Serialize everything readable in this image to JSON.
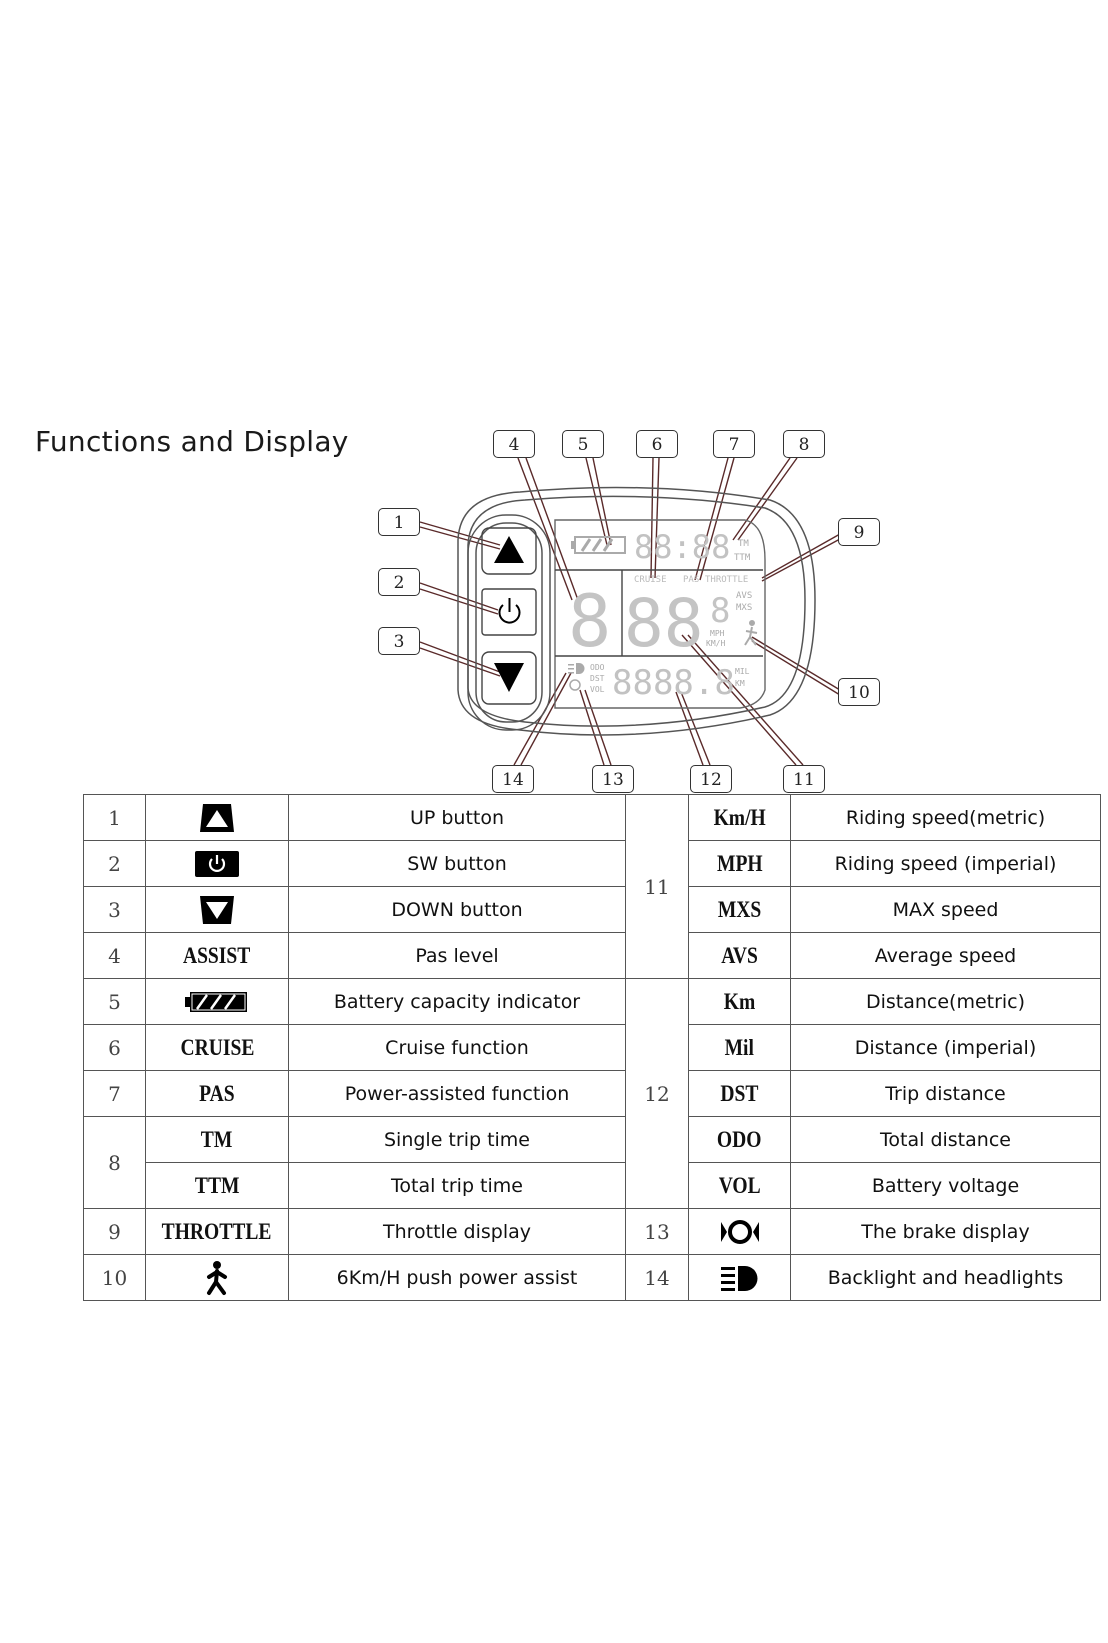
{
  "title": "Functions and Display",
  "display": {
    "top_digits": "88:88",
    "top_units": [
      "TM",
      "TTM"
    ],
    "mode_labels": [
      "CRUISE",
      "PAS",
      "THROTTLE"
    ],
    "assist_digit": "8",
    "speed_digits": "88",
    "small_digit": "8",
    "speed_labels": [
      "AVS",
      "MXS",
      "MPH",
      "KM/H"
    ],
    "bottom_labels": [
      "ODO",
      "DST",
      "VOL"
    ],
    "bottom_digits": "8888.8",
    "bottom_units": [
      "MIL",
      "KM"
    ]
  },
  "callouts": [
    "1",
    "2",
    "3",
    "4",
    "5",
    "6",
    "7",
    "8",
    "9",
    "10",
    "11",
    "12",
    "13",
    "14"
  ],
  "table": {
    "left": [
      {
        "num": "1",
        "icon": "up-button-icon",
        "desc": "UP button"
      },
      {
        "num": "2",
        "icon": "power-button-icon",
        "desc": "SW button"
      },
      {
        "num": "3",
        "icon": "down-button-icon",
        "desc": "DOWN button"
      },
      {
        "num": "4",
        "code": "ASSIST",
        "desc": "Pas level"
      },
      {
        "num": "5",
        "icon": "battery-icon",
        "desc": "Battery capacity indicator"
      },
      {
        "num": "6",
        "code": "CRUISE",
        "desc": "Cruise function"
      },
      {
        "num": "7",
        "code": "PAS",
        "desc": "Power-assisted function"
      },
      {
        "num": "8",
        "code": "TM",
        "desc": "Single trip time"
      },
      {
        "num": "8",
        "code": "TTM",
        "desc": "Total trip time"
      },
      {
        "num": "9",
        "code": "THROTTLE",
        "desc": "Throttle display"
      },
      {
        "num": "10",
        "icon": "walking-person-icon",
        "desc": "6Km/H push power assist"
      }
    ],
    "right": [
      {
        "num": "11",
        "code": "Km/H",
        "desc": "Riding speed(metric)"
      },
      {
        "num": "11",
        "code": "MPH",
        "desc": "Riding speed (imperial)"
      },
      {
        "num": "11",
        "code": "MXS",
        "desc": "MAX speed"
      },
      {
        "num": "11",
        "code": "AVS",
        "desc": "Average speed"
      },
      {
        "num": "12",
        "code": "Km",
        "desc": "Distance(metric)"
      },
      {
        "num": "12",
        "code": "Mil",
        "desc": "Distance (imperial)"
      },
      {
        "num": "12",
        "code": "DST",
        "desc": "Trip distance"
      },
      {
        "num": "12",
        "code": "ODO",
        "desc": "Total distance"
      },
      {
        "num": "12",
        "code": "VOL",
        "desc": "Battery voltage"
      },
      {
        "num": "13",
        "icon": "brake-icon",
        "desc": "The brake display"
      },
      {
        "num": "14",
        "icon": "headlight-icon",
        "desc": "Backlight and headlights"
      }
    ]
  }
}
